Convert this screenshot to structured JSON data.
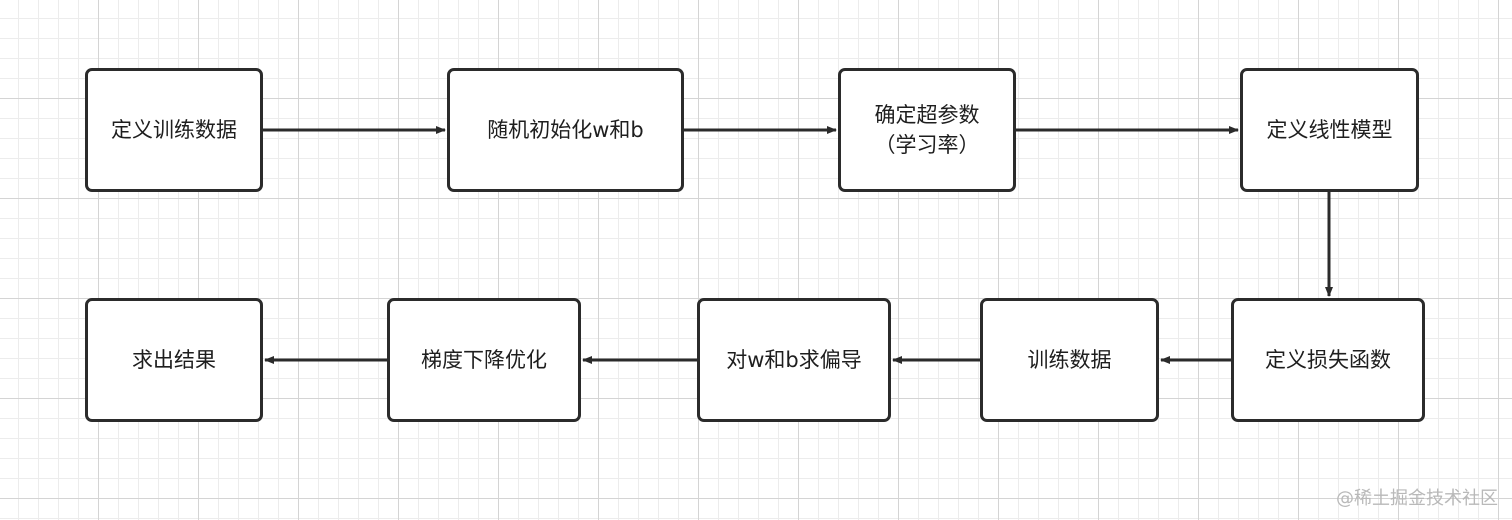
{
  "nodes": {
    "n1": "定义训练数据",
    "n2": "随机初始化w和b",
    "n3": "确定超参数\n（学习率）",
    "n4": "定义线性模型",
    "n5": "定义损失函数",
    "n6": "训练数据",
    "n7": "对w和b求偏导",
    "n8": "梯度下降优化",
    "n9": "求出结果"
  },
  "edges": [
    [
      "n1",
      "n2"
    ],
    [
      "n2",
      "n3"
    ],
    [
      "n3",
      "n4"
    ],
    [
      "n4",
      "n5"
    ],
    [
      "n5",
      "n6"
    ],
    [
      "n6",
      "n7"
    ],
    [
      "n7",
      "n8"
    ],
    [
      "n8",
      "n9"
    ]
  ],
  "watermark": "@稀土掘金技术社区",
  "colors": {
    "stroke": "#2b2b2b",
    "grid_major": "#d4d4d4",
    "grid_minor": "#ececec",
    "watermark": "#b9b9b9"
  }
}
